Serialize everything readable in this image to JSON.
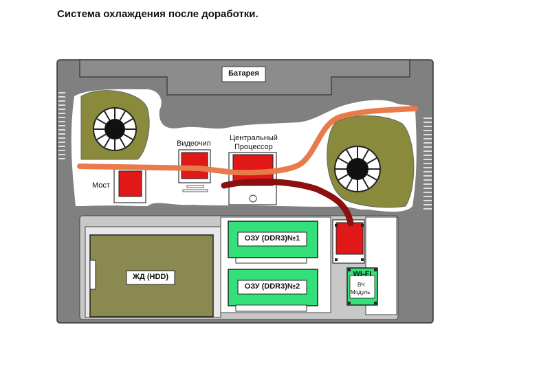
{
  "title": "Система охлаждения после доработки.",
  "labels": {
    "battery": "Батарея",
    "bridge": "Мост",
    "gpu": "Видеочип",
    "cpu_line1": "Центральный",
    "cpu_line2": "Процессор",
    "ram1": "ОЗУ (DDR3)№1",
    "ram2": "ОЗУ (DDR3)№2",
    "hdd": "ЖД (HDD)",
    "wifi_line1": "WI-FI",
    "wifi_line2": "ВЧ",
    "wifi_line3": "Модуль"
  },
  "colors": {
    "case": "#808080",
    "fan_body": "#8a8a3c",
    "copper_pipe": "#e97a4a",
    "dark_pipe": "#8b1010",
    "chip": "#e01818",
    "ram": "#33e07a",
    "hdd": "#8a8a50"
  }
}
